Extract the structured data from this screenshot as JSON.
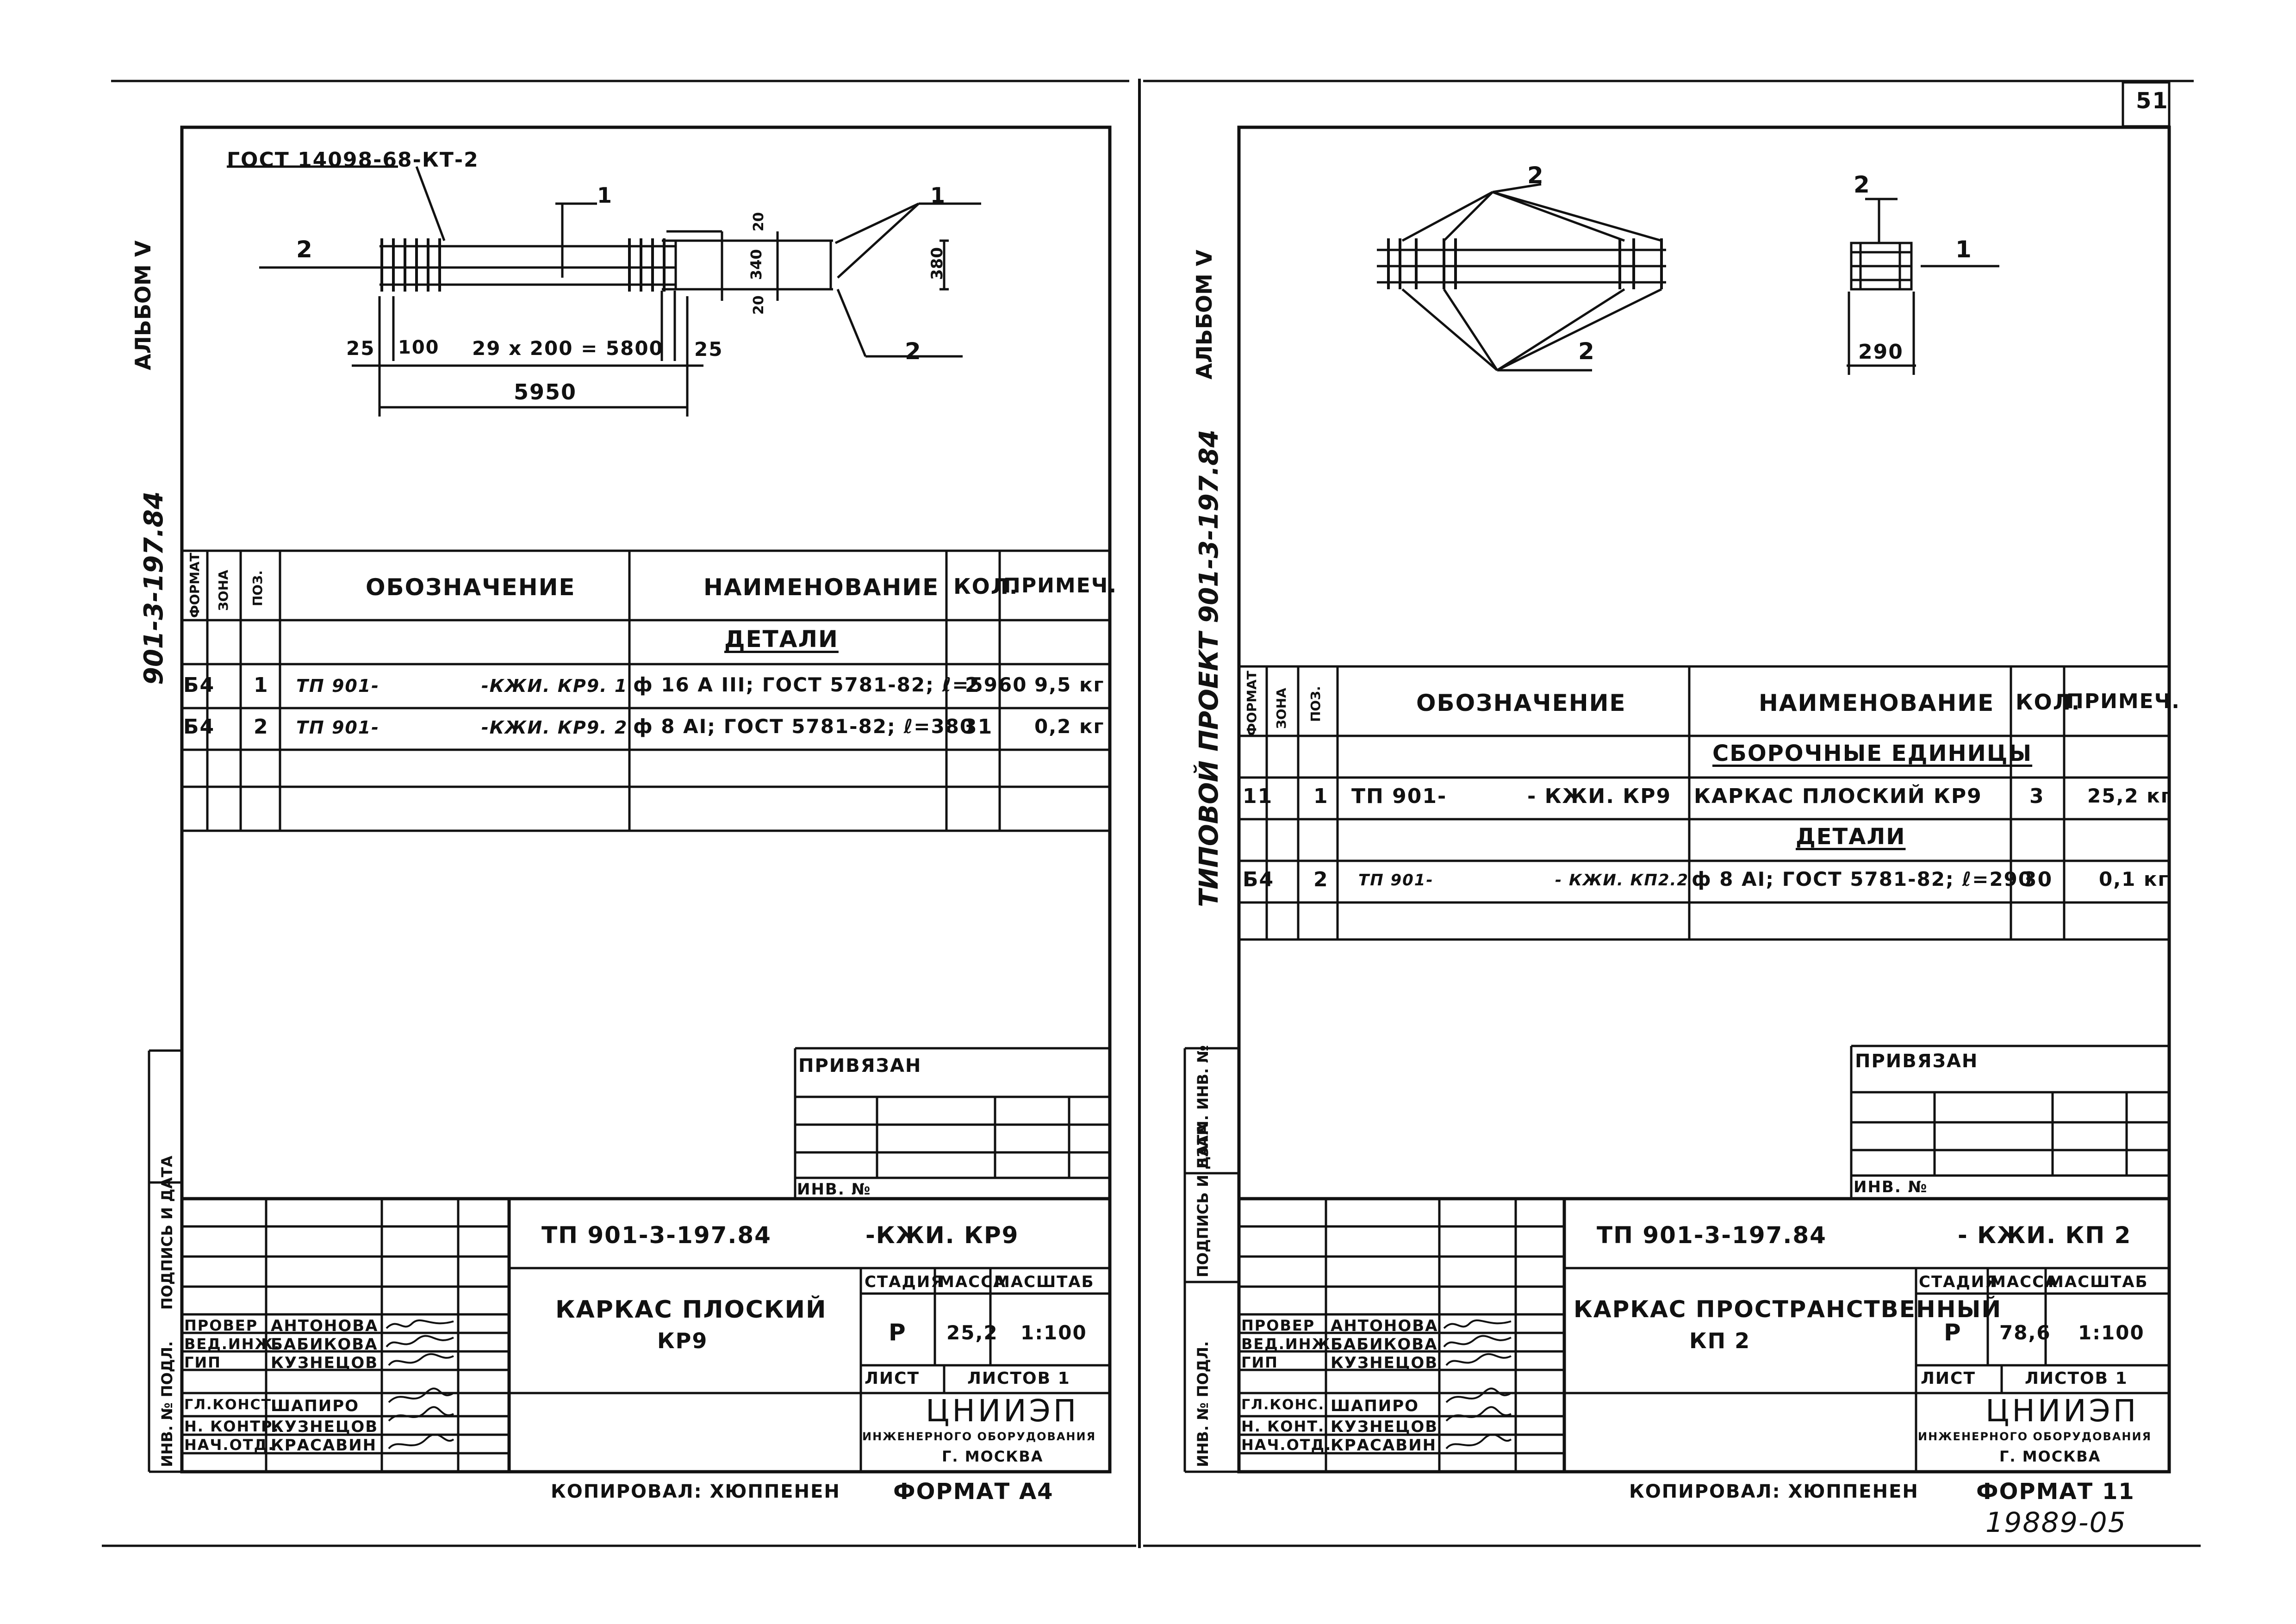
{
  "page_number": "51",
  "archive_number": "19889-05",
  "left": {
    "album": "АЛЬБОМ V",
    "project_vertical": "901-3-197.84",
    "gost_label": "ГОСТ 14098-68-КТ-2",
    "callouts": {
      "pos1a": "1",
      "pos1b": "1",
      "pos2a": "2",
      "pos2b": "2"
    },
    "dims": {
      "d25a": "25",
      "d100": "100",
      "spacing": "29 x 200 = 5800",
      "d25b": "25",
      "total": "5950",
      "s20a": "20",
      "s340": "340",
      "s20b": "20",
      "s380": "380"
    },
    "table": {
      "headers": {
        "format": "ФОРМАТ",
        "zone": "ЗОНА",
        "pos": "ПОЗ.",
        "designation": "ОБОЗНАЧЕНИЕ",
        "name": "НАИМЕНОВАНИЕ",
        "qty": "КОЛ.",
        "note": "ПРИМЕЧ."
      },
      "section": "ДЕТАЛИ",
      "rows": [
        {
          "format": "Б4",
          "pos": "1",
          "des_a": "ТП 901-",
          "des_b": "-КЖИ. КР9. 1",
          "name": "ф 16 А III; ГОСТ 5781-82; ℓ=5960",
          "qty": "2",
          "note": "9,5 кг"
        },
        {
          "format": "Б4",
          "pos": "2",
          "des_a": "ТП 901-",
          "des_b": "-КЖИ. КР9. 2",
          "name": "ф 8 АI; ГОСТ 5781-82; ℓ=380",
          "qty": "31",
          "note": "0,2 кг"
        }
      ]
    },
    "privyazan": "ПРИВЯЗАН",
    "inv_no": "ИНВ. №",
    "stamp": {
      "code": "ТП 901-3-197.84",
      "code2": "-КЖИ. КР9",
      "title": "КАРКАС ПЛОСКИЙ",
      "title2": "КР9",
      "stage_h": "СТАДИЯ",
      "mass_h": "МАССА",
      "scale_h": "МАСШТАБ",
      "stage": "Р",
      "mass": "25,2",
      "scale": "1:100",
      "sheet": "ЛИСТ",
      "sheets": "ЛИСТОВ 1",
      "org": "ЦНИИЭП",
      "org2": "ИНЖЕНЕРНОГО ОБОРУДОВАНИЯ",
      "org3": "Г. МОСКВА",
      "roles": [
        "ПРОВЕР",
        "ВЕД.ИНЖ.",
        "ГИП",
        "ГЛ.КОНСТ.",
        "Н. КОНТР.",
        "НАЧ.ОТД."
      ],
      "names": [
        "АНТОНОВА",
        "БАБИКОВА",
        "КУЗНЕЦОВ",
        "ШАПИРО",
        "КУЗНЕЦОВ",
        "КРАСАВИН"
      ]
    },
    "side_labels": {
      "inv": "ИНВ. № ПОДЛ.",
      "sign": "ПОДПИСЬ И ДАТА"
    },
    "copied": "КОПИРОВАЛ: ХЮППЕНЕН",
    "format": "ФОРМАТ А4"
  },
  "right": {
    "album": "АЛЬБОМ V",
    "project_vertical": "ТИПОВОЙ ПРОЕКТ 901-3-197.84",
    "callouts": {
      "c2a": "2",
      "c2b": "2",
      "c2c": "2",
      "c1": "1"
    },
    "dims": {
      "d290": "290"
    },
    "table": {
      "headers": {
        "format": "ФОРМАТ",
        "zone": "ЗОНА",
        "pos": "ПОЗ.",
        "designation": "ОБОЗНАЧЕНИЕ",
        "name": "НАИМЕНОВАНИЕ",
        "qty": "КОЛ.",
        "note": "ПРИМЕЧ."
      },
      "section1": "СБОРОЧНЫЕ ЕДИНИЦЫ",
      "section2": "ДЕТАЛИ",
      "rows": [
        {
          "format": "11",
          "pos": "1",
          "des_a": "ТП 901-",
          "des_b": "- КЖИ. КР9",
          "name": "КАРКАС ПЛОСКИЙ КР9",
          "qty": "3",
          "note": "25,2 кг"
        },
        {
          "format": "Б4",
          "pos": "2",
          "des_a": "ТП 901-",
          "des_b": "- КЖИ. КП2.2",
          "name": "ф 8 АI; ГОСТ 5781-82; ℓ=290",
          "qty": "30",
          "note": "0,1 кг"
        }
      ]
    },
    "privyazan": "ПРИВЯЗАН",
    "inv_no": "ИНВ. №",
    "stamp": {
      "code": "ТП 901-3-197.84",
      "code2": "- КЖИ. КП 2",
      "title": "КАРКАС ПРОСТРАНСТВЕННЫЙ",
      "title2": "КП 2",
      "stage_h": "СТАДИЯ",
      "mass_h": "МАССА",
      "scale_h": "МАСШТАБ",
      "stage": "Р",
      "mass": "78,6",
      "scale": "1:100",
      "sheet": "ЛИСТ",
      "sheets": "ЛИСТОВ 1",
      "org": "ЦНИИЭП",
      "org2": "ИНЖЕНЕРНОГО ОБОРУДОВАНИЯ",
      "org3": "Г. МОСКВА",
      "roles": [
        "ПРОВЕР",
        "ВЕД.ИНЖ.",
        "ГИП",
        "ГЛ.КОНС.",
        "Н. КОНТ.",
        "НАЧ.ОТД."
      ],
      "names": [
        "АНТОНОВА",
        "БАБИКОВА",
        "КУЗНЕЦОВ",
        "ШАПИРО",
        "КУЗНЕЦОВ",
        "КРАСАВИН"
      ]
    },
    "side_labels": {
      "inv": "ИНВ. № ПОДЛ.",
      "sign": "ПОДПИСЬ И ДАТА",
      "vzam": "ВЗАМ. ИНВ. №"
    },
    "copied": "КОПИРОВАЛ: ХЮППЕНЕН",
    "format": "ФОРМАТ 11"
  }
}
